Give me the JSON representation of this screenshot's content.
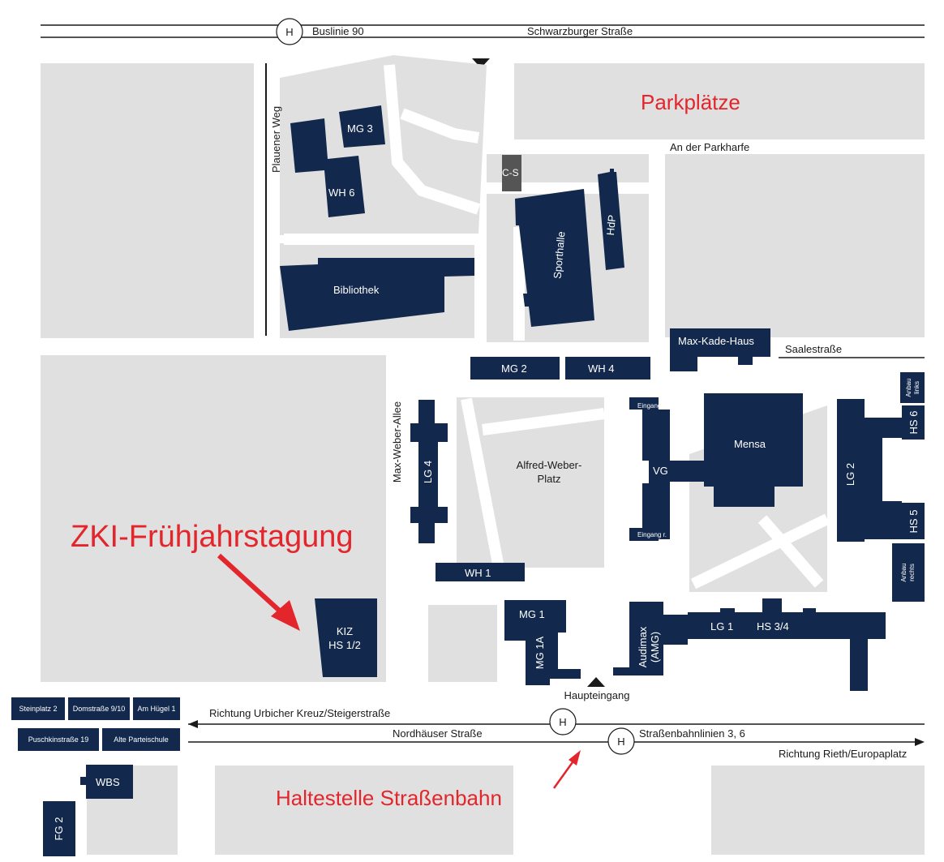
{
  "streets": {
    "schwarzburger": "Schwarzburger Straße",
    "bus_line": "Buslinie 90",
    "plauener": "Plauener Weg",
    "parkharfe": "An der Parkharfe",
    "saale": "Saalestraße",
    "max_weber": "Max-Weber-Allee",
    "urbich": "Richtung Urbicher Kreuz/Steigerstraße",
    "nordhaeuser": "Nordhäuser Straße",
    "tram_lines": "Straßenbahnlinien 3, 6",
    "rieth": "Richtung Rieth/Europaplatz"
  },
  "stop_symbol": "H",
  "areas": {
    "parking": "Parkplätze",
    "square_line1": "Alfred-Weber-",
    "square_line2": "Platz",
    "main_entrance": "Haupteingang"
  },
  "buildings": {
    "mg3": "MG 3",
    "wh6": "WH 6",
    "cs": "C-S",
    "sporthalle": "Sporthalle",
    "hdp": "HdP",
    "bibliothek": "Bibliothek",
    "max_kade": "Max-Kade-Haus",
    "mg2": "MG 2",
    "wh4": "WH 4",
    "lg4": "LG 4",
    "eingang_l": "Eingang l.",
    "eingang_r": "Eingang r.",
    "vg": "VG",
    "mensa": "Mensa",
    "lg2": "LG 2",
    "anbau_links_1": "Anbau",
    "anbau_links_2": "links",
    "hs6": "HS 6",
    "hs5": "HS 5",
    "anbau_rechts_1": "Anbau",
    "anbau_rechts_2": "rechts",
    "wh1": "WH 1",
    "kiz_1": "KIZ",
    "kiz_2": "HS 1/2",
    "mg1": "MG 1",
    "mg1a": "MG 1A",
    "audimax_1": "Audimax",
    "audimax_2": "(AMG)",
    "lg1": "LG 1",
    "hs34": "HS 3/4",
    "wbs": "WBS",
    "fg2": "FG 2"
  },
  "external_sites": [
    "Steinplatz 2",
    "Domstraße 9/10",
    "Am Hügel 1",
    "Puschkinstraße 19",
    "Alte Parteischule"
  ],
  "annotations": {
    "event": "ZKI-Frühjahrstagung",
    "tram_stop": "Haltestelle Straßenbahn"
  },
  "colors": {
    "building": "#12284c",
    "block": "#e0e0e0",
    "annotation": "#e3262c",
    "cs_building": "#555555"
  }
}
